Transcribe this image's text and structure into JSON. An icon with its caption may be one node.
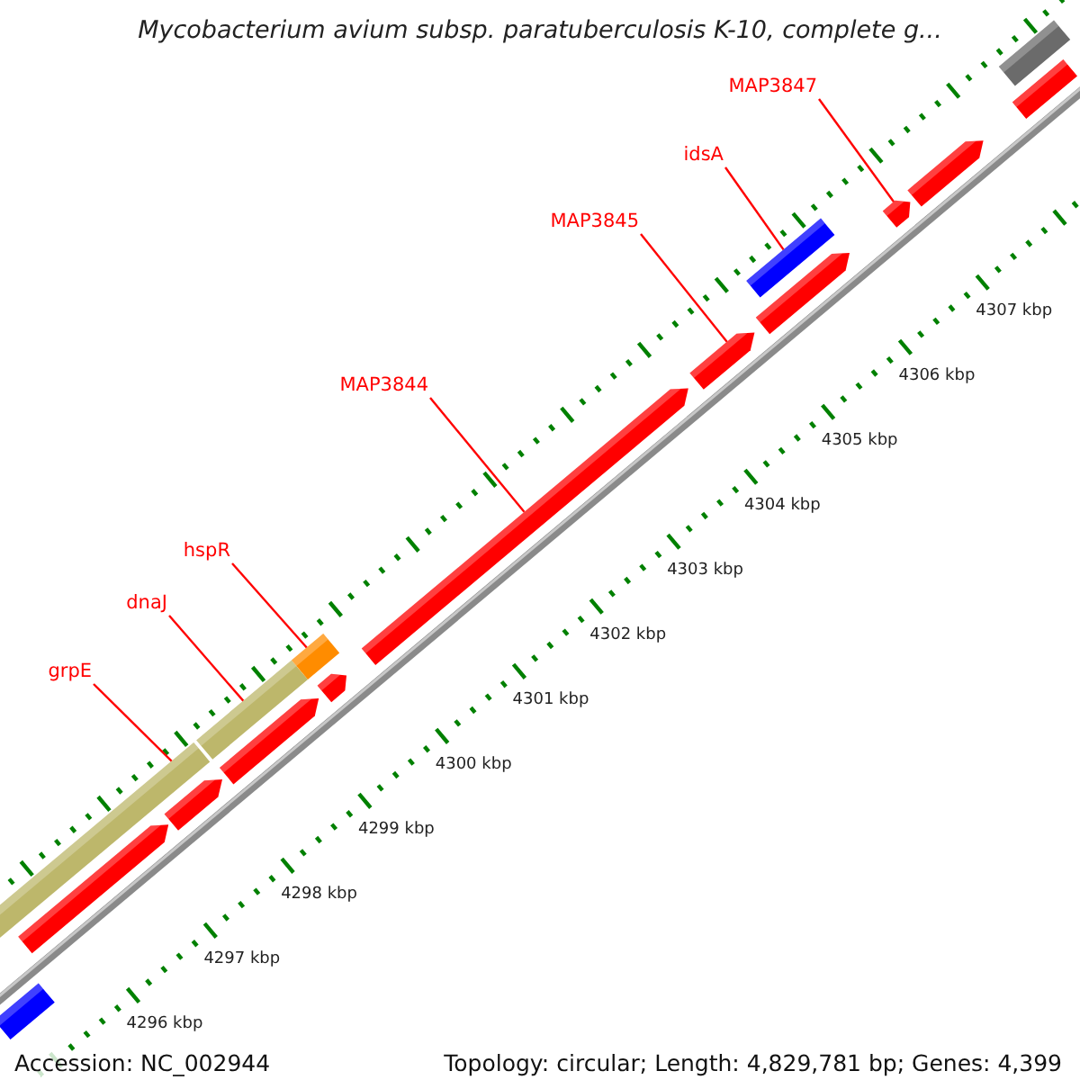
{
  "diagram": {
    "title": "Mycobacterium avium subsp. paratuberculosis K-10, complete g...",
    "nodes": [
      {
        "text": [
          "MAP3847"
        ]
      },
      {
        "text": [
          "idsA"
        ]
      },
      {
        "text": [
          "MAP3845"
        ]
      },
      {
        "text": [
          "MAP3844"
        ]
      },
      {
        "text": [
          "hspR"
        ]
      },
      {
        "text": [
          "dnaJ"
        ]
      },
      {
        "text": [
          "grpE"
        ]
      },
      {
        "text": [],
        "shape": "bar"
      },
      {
        "text": [],
        "shape": "bar"
      },
      {
        "text": [],
        "shape": "bar"
      },
      {
        "text": [],
        "shape": "bar"
      },
      {
        "text": [],
        "shape": "bar"
      },
      {
        "text": [],
        "shape": "bar"
      },
      {
        "text": [],
        "shape": "bar"
      },
      {
        "text": [],
        "shape": "bar"
      },
      {
        "text": [],
        "shape": "bar"
      },
      {
        "text": [],
        "shape": "bar"
      },
      {
        "text": [],
        "shape": "bar"
      },
      {
        "text": [],
        "shape": "bar"
      },
      {
        "text": [],
        "shape": "bar"
      },
      {
        "text": [],
        "shape": "bar"
      },
      {
        "text": [],
        "shape": "bar"
      },
      {
        "text": [],
        "shape": "bar"
      }
    ],
    "edges": [
      {
        "from": 0,
        "to": 19,
        "arrow": "none"
      },
      {
        "from": 1,
        "to": 18,
        "arrow": "none"
      },
      {
        "from": 2,
        "to": 16,
        "arrow": "none"
      },
      {
        "from": 3,
        "to": 15,
        "arrow": "none"
      },
      {
        "from": 4,
        "to": 13,
        "arrow": "none"
      },
      {
        "from": 5,
        "to": 11,
        "arrow": "none"
      },
      {
        "from": 6,
        "to": 8,
        "arrow": "none"
      }
    ],
    "labels": [
      "4307 kbp",
      "4306 kbp",
      "4305 kbp",
      "4304 kbp",
      "4303 kbp",
      "4302 kbp",
      "4301 kbp",
      "4300 kbp",
      "4299 kbp",
      "4298 kbp",
      "4297 kbp",
      "4296 kbp",
      "Accession: NC_002944",
      "Topology: circular; Length: 4,829,781 bp; Genes: 4,399"
    ]
  }
}
